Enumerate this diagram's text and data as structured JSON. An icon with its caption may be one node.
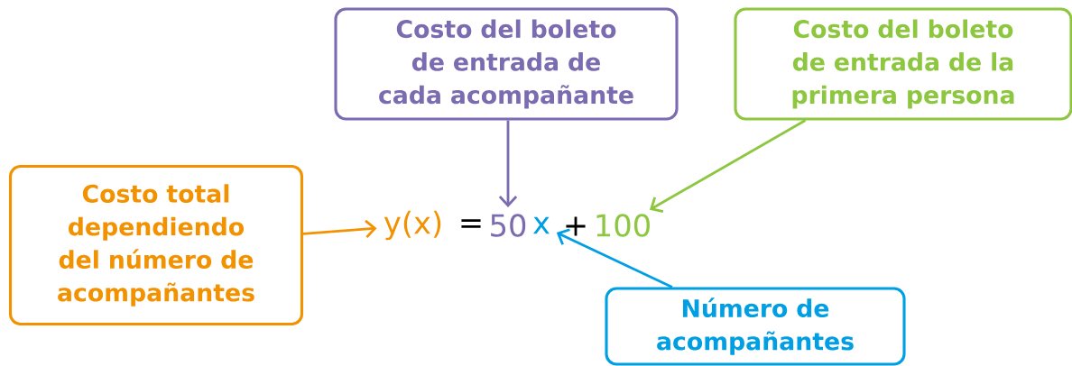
{
  "diagram": {
    "nodes": [
      {
        "text": [
          "Costo total dependiendo del número de acompañantes"
        ]
      },
      {
        "text": [
          "Costo del boleto de entrada de cada acompañante"
        ]
      },
      {
        "text": [
          "Costo del boleto de entrada de la primera persona"
        ]
      },
      {
        "text": [
          "Número de acompañantes"
        ]
      },
      {
        "text": [
          "y(x)"
        ]
      },
      {
        "text": [
          "50"
        ]
      },
      {
        "text": [
          "x"
        ]
      },
      {
        "text": [
          "100"
        ]
      }
    ],
    "edges": [
      {
        "from": 0,
        "to": 4,
        "arrow": "to",
        "color": "#f39200"
      },
      {
        "from": 1,
        "to": 5,
        "arrow": "to",
        "color": "#7b6bb0"
      },
      {
        "from": 2,
        "to": 7,
        "arrow": "to",
        "color": "#8dc63f"
      },
      {
        "from": 3,
        "to": 6,
        "arrow": "to",
        "color": "#009fe3"
      }
    ],
    "labels": [
      "=",
      "+"
    ]
  }
}
